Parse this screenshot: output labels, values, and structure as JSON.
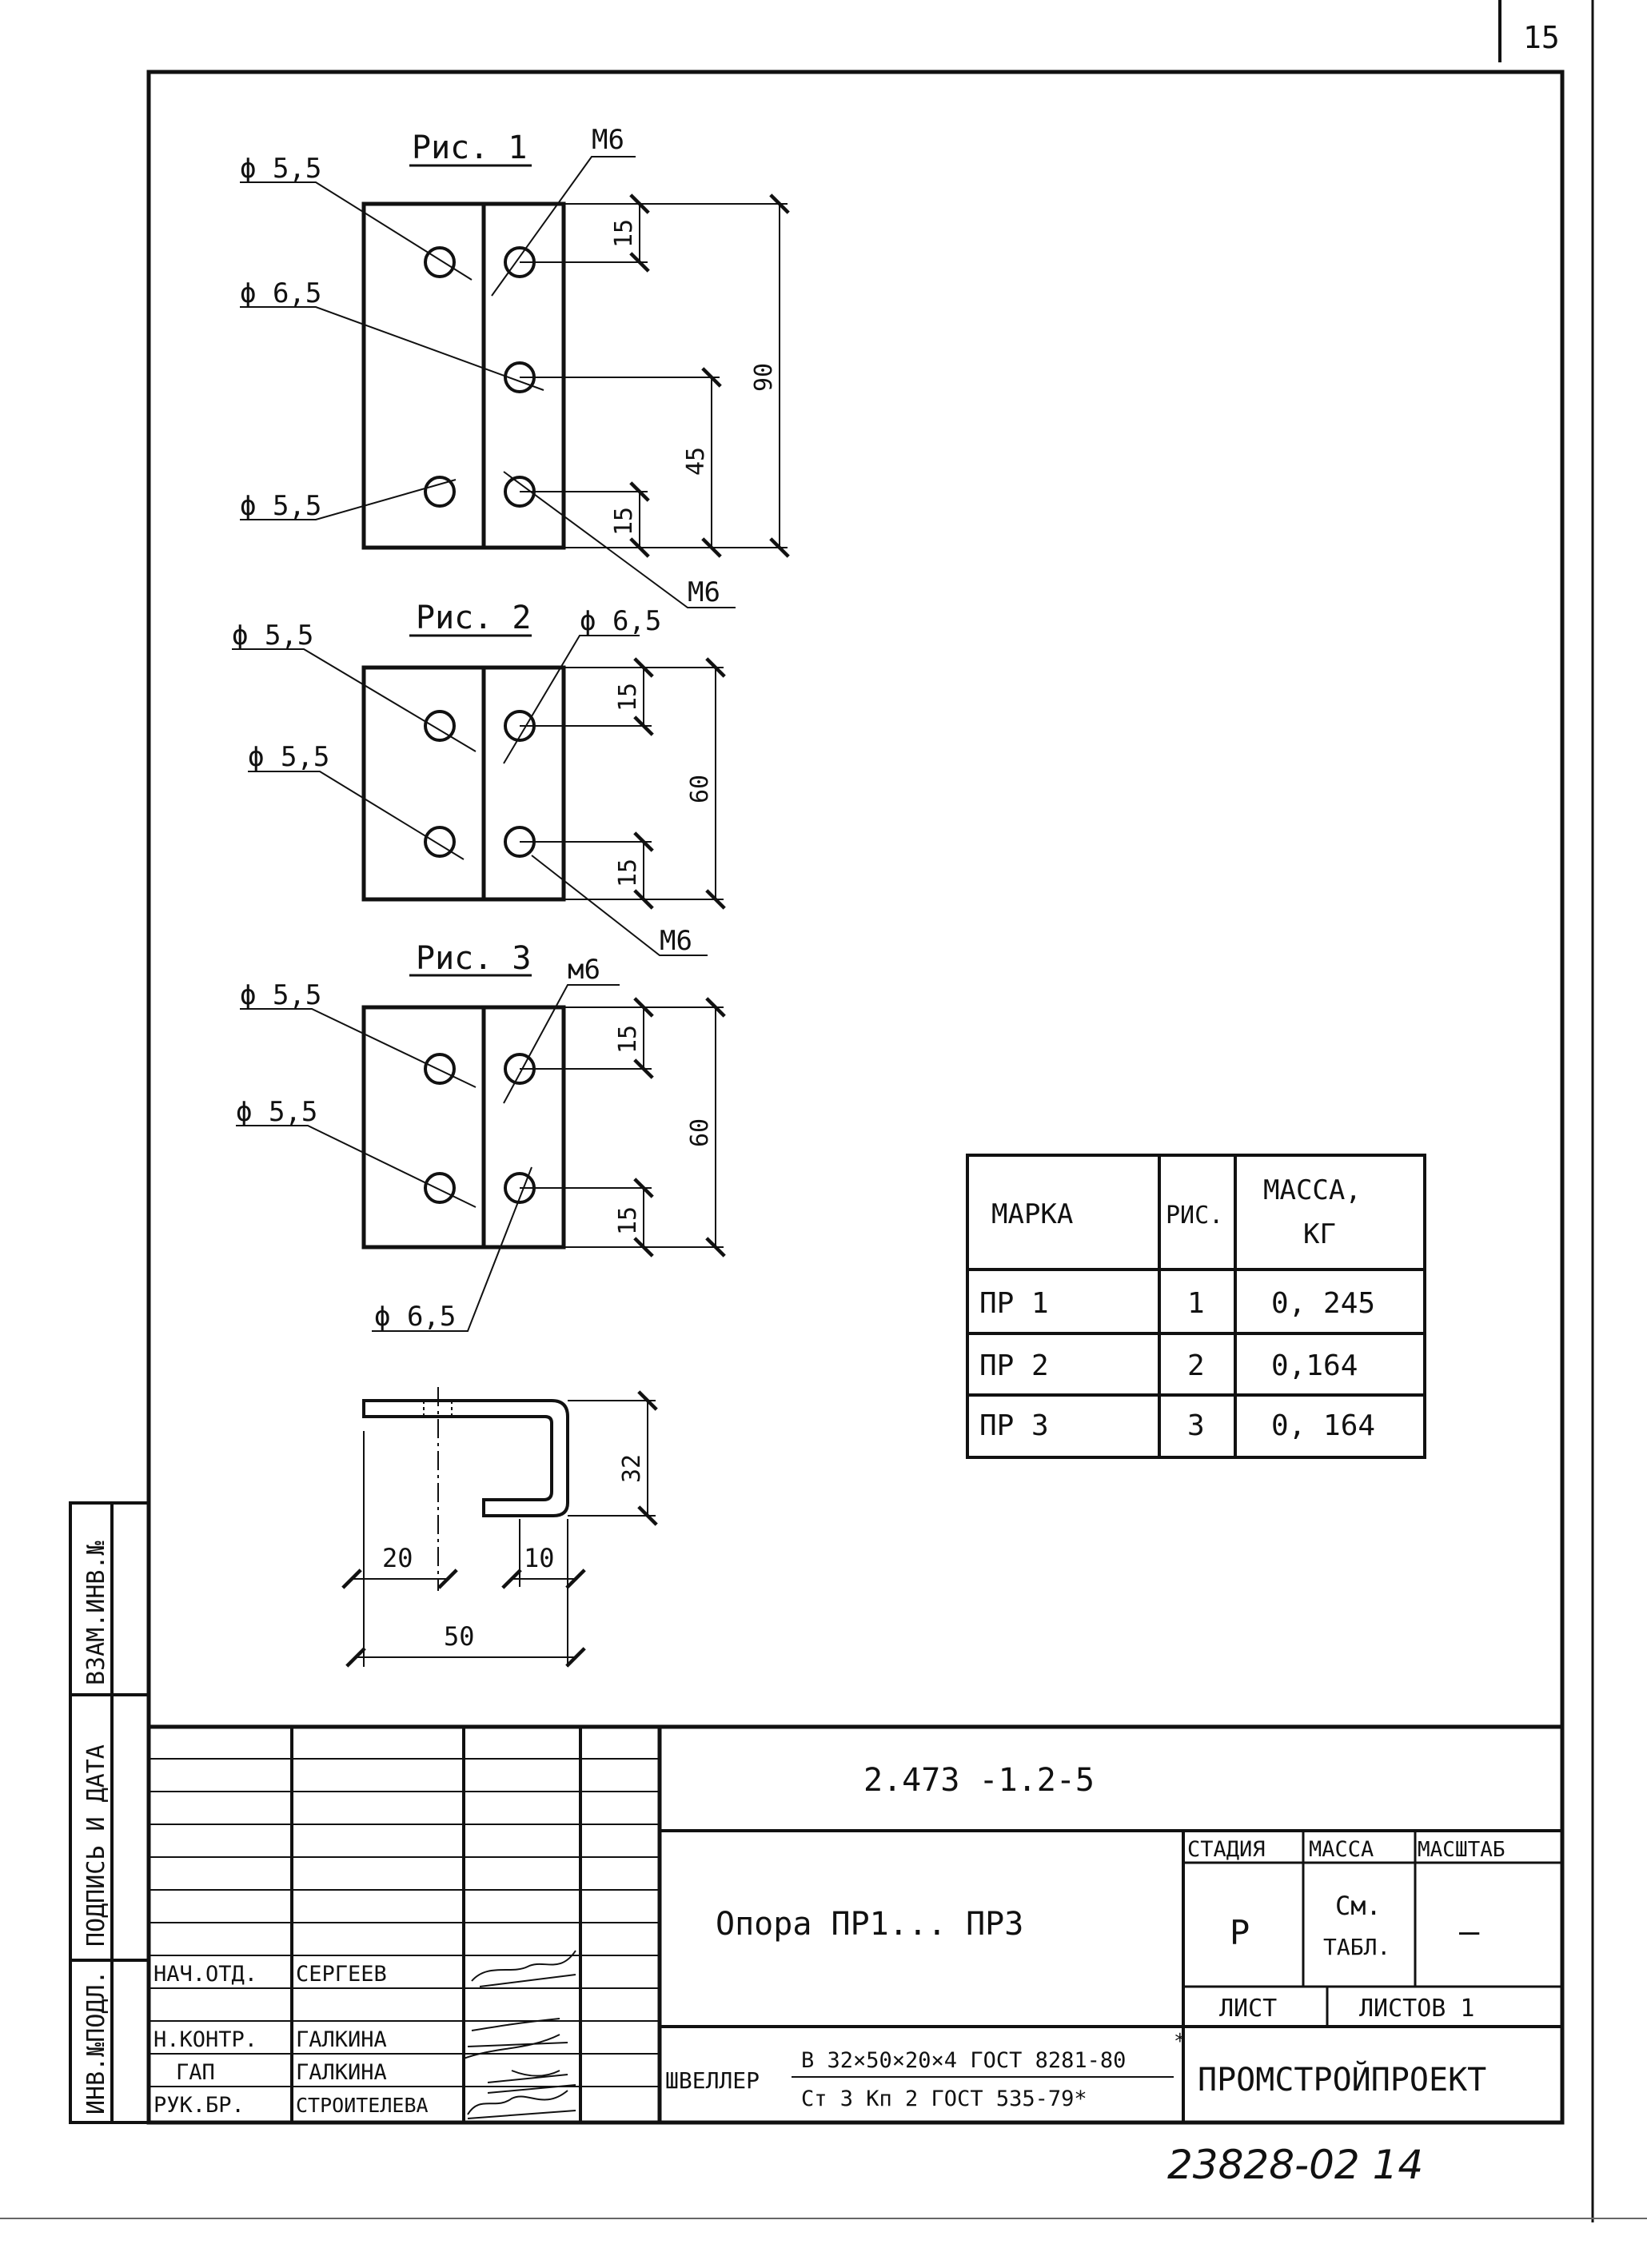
{
  "sheet_number": "15",
  "figures": {
    "fig1": {
      "title": "Рис. 1",
      "hole_left_top": "ϕ 5,5",
      "hole_mid": "ϕ 6,5",
      "hole_left_bottom": "ϕ 5,5",
      "thread_top": "М6",
      "thread_bottom": "М6",
      "dim_top": "15",
      "dim_mid": "45",
      "dim_bottom": "15",
      "dim_total": "90"
    },
    "fig2": {
      "title": "Рис. 2",
      "hole_left_top": "ϕ 5,5",
      "hole_left_bottom": "ϕ 5,5",
      "hole_right_top": "ϕ 6,5",
      "thread": "М6",
      "dim_top": "15",
      "dim_bottom": "15",
      "dim_total": "60"
    },
    "fig3": {
      "title": "Рис. 3",
      "hole_left_top": "ϕ 5,5",
      "hole_left_bottom": "ϕ 5,5",
      "thread": "м6",
      "hole_right_bottom": "ϕ 6,5",
      "dim_top": "15",
      "dim_bottom": "15",
      "dim_total": "60"
    },
    "section": {
      "dim_height": "32",
      "dim_20": "20",
      "dim_10": "10",
      "dim_50": "50"
    }
  },
  "mass_table": {
    "headers": {
      "mark": "МАРКА",
      "fig": "РИС.",
      "mass_line1": "МАССА,",
      "mass_line2": "КГ"
    },
    "rows": [
      {
        "mark": "ПР 1",
        "fig": "1",
        "mass": "0, 245"
      },
      {
        "mark": "ПР 2",
        "fig": "2",
        "mass": "0,164"
      },
      {
        "mark": "ПР 3",
        "fig": "3",
        "mass": "0, 164"
      }
    ]
  },
  "side_stamp": {
    "zam": "ВЗАМ.ИНВ.№",
    "podpis": "ПОДПИСЬ И ДАТА",
    "inv": "ИНВ.№ПОДЛ."
  },
  "title_block": {
    "doc_code": "2.473 -1.2-5",
    "title": "Опора ПР1... ПР3",
    "stage_label": "СТАДИЯ",
    "mass_label": "МАССА",
    "scale_label": "МАСШТАБ",
    "stage_value": "Р",
    "mass_value_1": "См.",
    "mass_value_2": "ТАБЛ.",
    "scale_value": "—",
    "sheet_label": "ЛИСТ",
    "sheets_label": "ЛИСТОВ 1",
    "material_name": "ШВЕЛЛЕР",
    "material_top": "В 32×50×20×4 ГОСТ 8281-80",
    "material_star": "*",
    "material_bottom": "Ст 3 Кп 2 ГОСТ 535-79*",
    "organization": "ПРОМСТРОЙПРОЕКТ",
    "people": [
      {
        "role": "НАЧ.ОТД.",
        "name": "СЕРГЕЕВ"
      },
      {
        "role": "Н.КОНТР.",
        "name": "ГАЛКИНА"
      },
      {
        "role": "ГАП",
        "name": "ГАЛКИНА"
      },
      {
        "role": "РУК.БР.",
        "name": "СТРОИТЕЛЕВА"
      }
    ]
  },
  "archive_number": "23828-02  14"
}
